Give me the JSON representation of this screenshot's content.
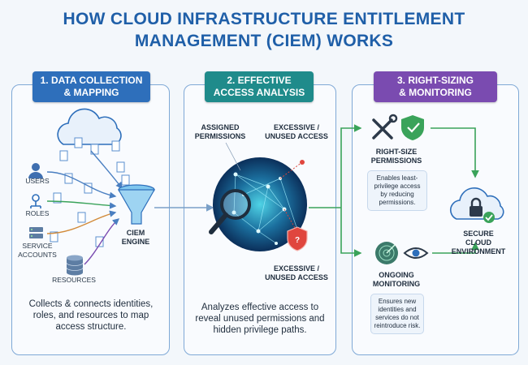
{
  "title": {
    "line1": "HOW CLOUD INFRASTRUCTURE ENTITLEMENT",
    "line2": "MANAGEMENT (CIEM) WORKS"
  },
  "sections": [
    {
      "step_line1": "1. DATA COLLECTION",
      "step_line2": "& MAPPING",
      "color": "#2e6fbb",
      "sources": [
        "USERS",
        "ROLES",
        "SERVICE\nACCOUNTS",
        "RESOURCES"
      ],
      "engine_label": "CIEM\nENGINE",
      "description": "Collects & connects identities, roles, and resources to map access structure."
    },
    {
      "step_line1": "2. EFFECTIVE",
      "step_line2": "ACCESS ANALYSIS",
      "color": "#1f8b8b",
      "assigned_label": "ASSIGNED\nPERMISSIONS",
      "excessive_top_label": "EXCESSIVE /\nUNUSED ACCESS",
      "excessive_bottom_label": "EXCESSIVE /\nUNUSED ACCESS",
      "description": "Analyzes effective access to reveal unused permissions and hidden privilege paths."
    },
    {
      "step_line1": "3. RIGHT-SIZING",
      "step_line2": "& MONITORING",
      "color": "#7a4bb0",
      "rightsize_label": "RIGHT-SIZE\nPERMISSIONS",
      "rightsize_note": "Enables least-privilege access by reducing permissions.",
      "monitoring_label": "ONGOING\nMONITORING",
      "monitoring_note": "Ensures new identities and services do not reintroduce risk.",
      "secure_label": "SECURE\nCLOUD\nENVIRONMENT"
    }
  ]
}
